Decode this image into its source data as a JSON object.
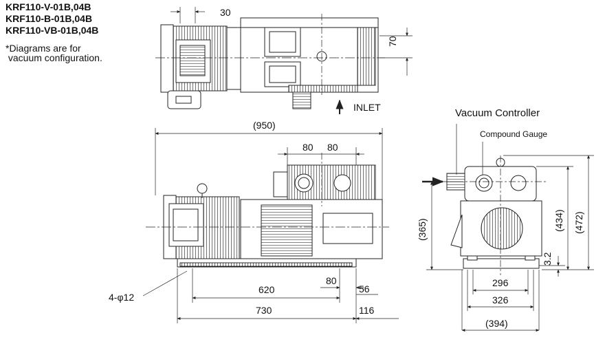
{
  "models": [
    "KRF110-V-01B,04B",
    "KRF110-B-01B,04B",
    "KRF110-VB-01B,04B"
  ],
  "note_lines": [
    "*Diagrams are for",
    " vacuum configuration."
  ],
  "labels": {
    "inlet": "INLET",
    "vacuum_controller": "Vacuum Controller",
    "compound_gauge": "Compound Gauge",
    "holes": "4-φ12"
  },
  "dimensions": {
    "top_30": "30",
    "top_70": "70",
    "overall_950": "(950)",
    "d80_left": "80",
    "d80_right": "80",
    "d620": "620",
    "d80_bottom": "80",
    "d56": "56",
    "d730": "730",
    "d116": "116",
    "d365": "(365)",
    "d434": "(434)",
    "d472": "(472)",
    "d3_2": "3.2",
    "d296": "296",
    "d326": "326",
    "d394": "(394)"
  }
}
